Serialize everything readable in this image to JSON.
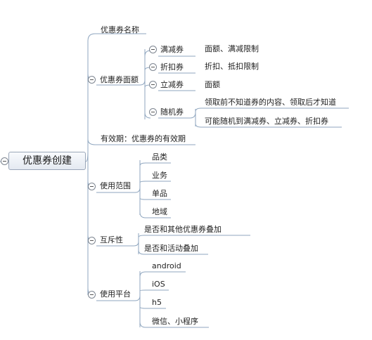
{
  "root": {
    "label": "优惠券创建"
  },
  "branches": {
    "name": {
      "label": "优惠券名称"
    },
    "amount": {
      "label": "优惠券面额",
      "children": [
        {
          "label": "满减券",
          "detail": "面额、满减限制"
        },
        {
          "label": "折扣券",
          "detail": "折扣、抵扣限制"
        },
        {
          "label": "立减券",
          "detail": "面额"
        },
        {
          "label": "随机券",
          "details": [
            "领取前不知道券的内容、领取后才知道",
            "可能随机到满减券、立减券、折扣券"
          ]
        }
      ]
    },
    "validity": {
      "label": "有效期：优惠券的有效期"
    },
    "scope": {
      "label": "使用范围",
      "children": [
        "品类",
        "业务",
        "单品",
        "地域"
      ]
    },
    "exclusive": {
      "label": "互斥性",
      "children": [
        "是否和其他优惠券叠加",
        "是否和活动叠加"
      ]
    },
    "platform": {
      "label": "使用平台",
      "children": [
        "android",
        "iOS",
        "h5",
        "微信、小程序"
      ]
    }
  },
  "colors": {
    "line": "#8fa6bf",
    "root_border": "#9aa6b8"
  }
}
